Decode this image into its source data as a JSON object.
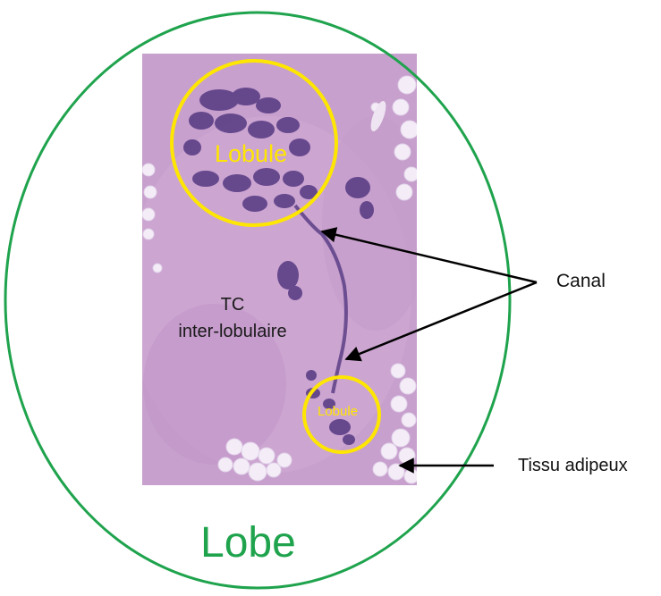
{
  "labels": {
    "lobe": "Lobe",
    "lobule_large": "Lobule",
    "lobule_small": "Lobule",
    "tc_line1": "TC",
    "tc_line2": "inter-lobulaire",
    "canal": "Canal",
    "tissu_adipeux": "Tissu adipeux"
  },
  "colors": {
    "lobe_outline": "#1fa34d",
    "lobule_outline": "#ffe600",
    "arrow": "#000000",
    "tissue_background": "#c9a2cf",
    "gland_tissue": "#5a3d84",
    "adipose": "#f3ecf7"
  }
}
